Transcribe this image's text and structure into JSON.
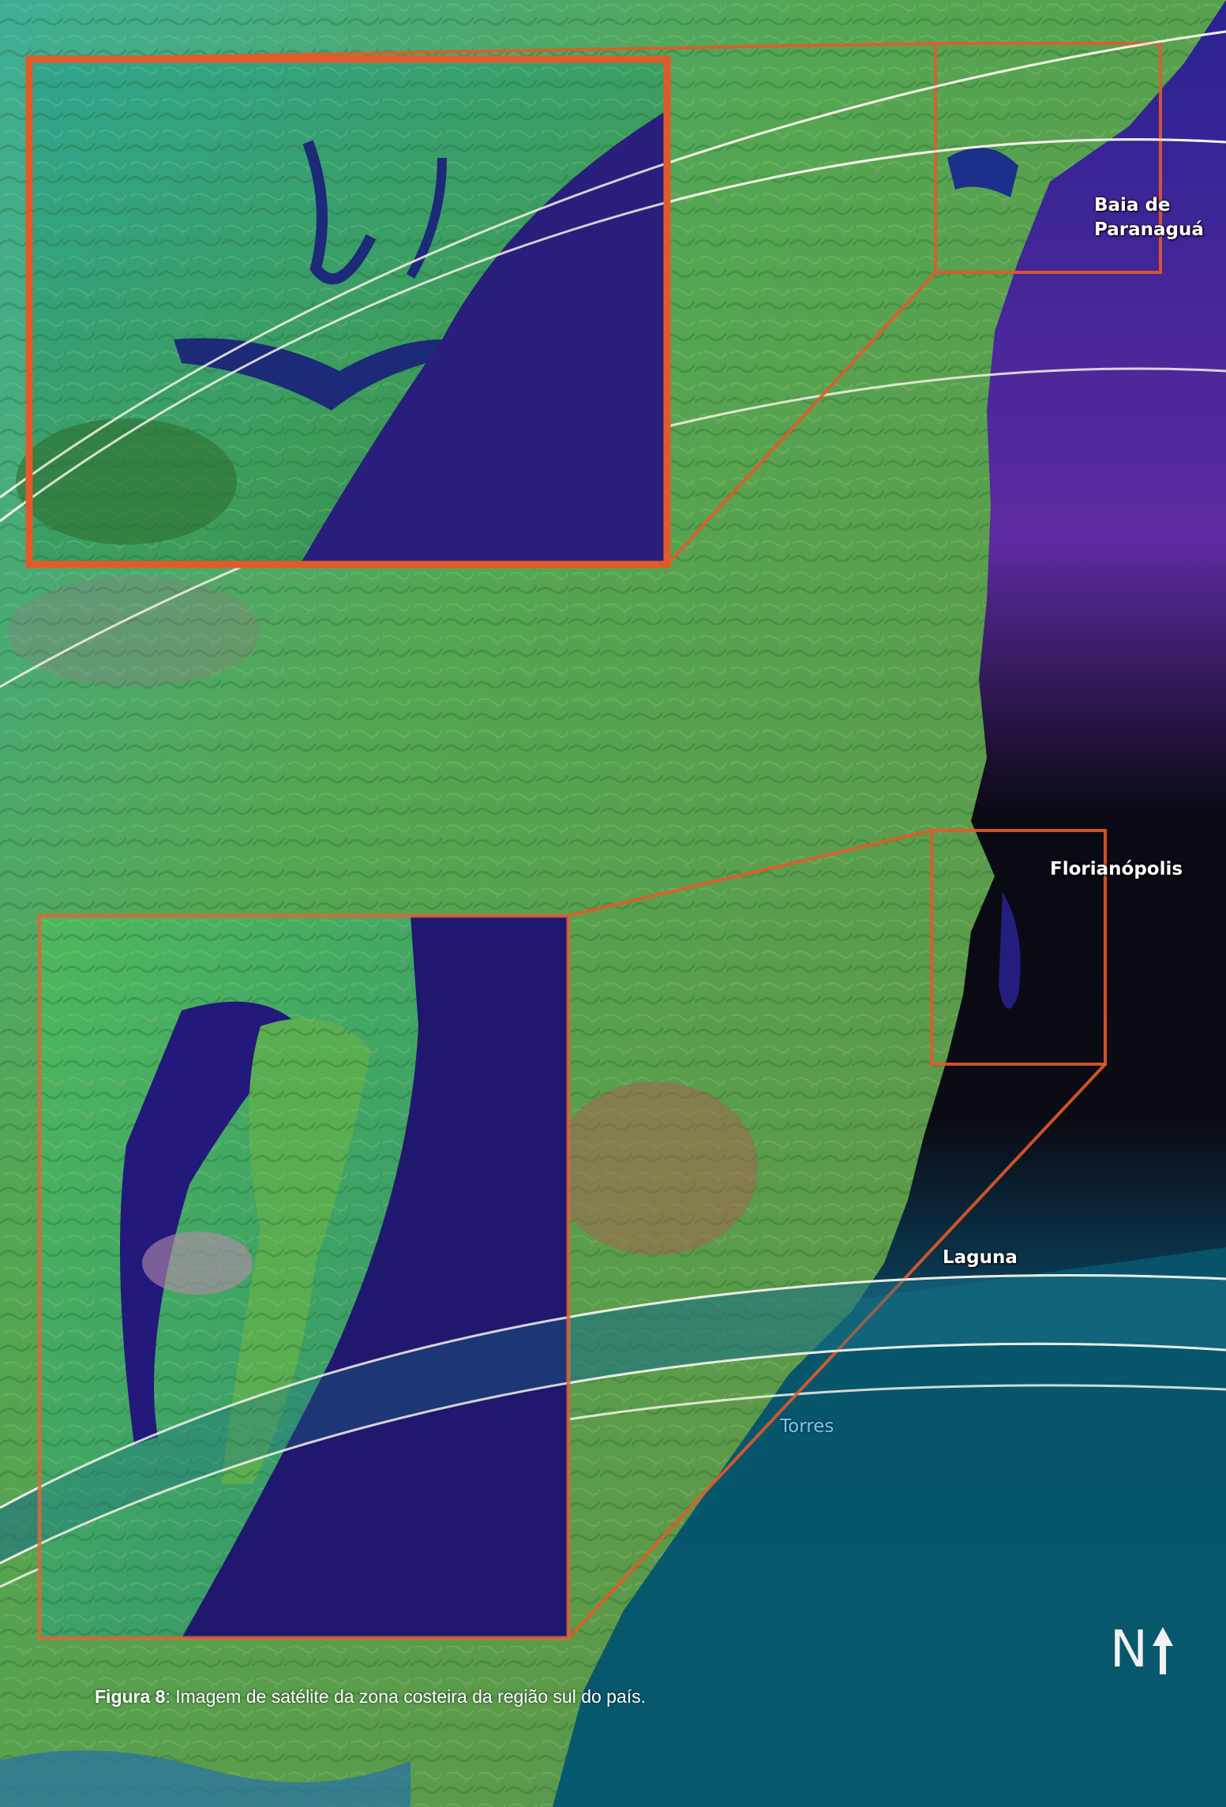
{
  "map": {
    "labels": {
      "baia_line1": "Baia de",
      "baia_line2": "Paranaguá",
      "florianopolis": "Florianópolis",
      "laguna": "Laguna",
      "torres": "Torres"
    },
    "north_letter": "N",
    "icons": {
      "north": "north-arrow-icon"
    },
    "colors": {
      "inset_frame": "#e35a2a",
      "ocean_deep": "#1d1570",
      "ocean_shelf": "#07596e",
      "land": "#4c9a4a",
      "arc_lines": "#ffffff"
    }
  },
  "caption": {
    "lead": "Figura 8",
    "text": ": Imagem de satélite da zona costeira da região sul do país."
  }
}
